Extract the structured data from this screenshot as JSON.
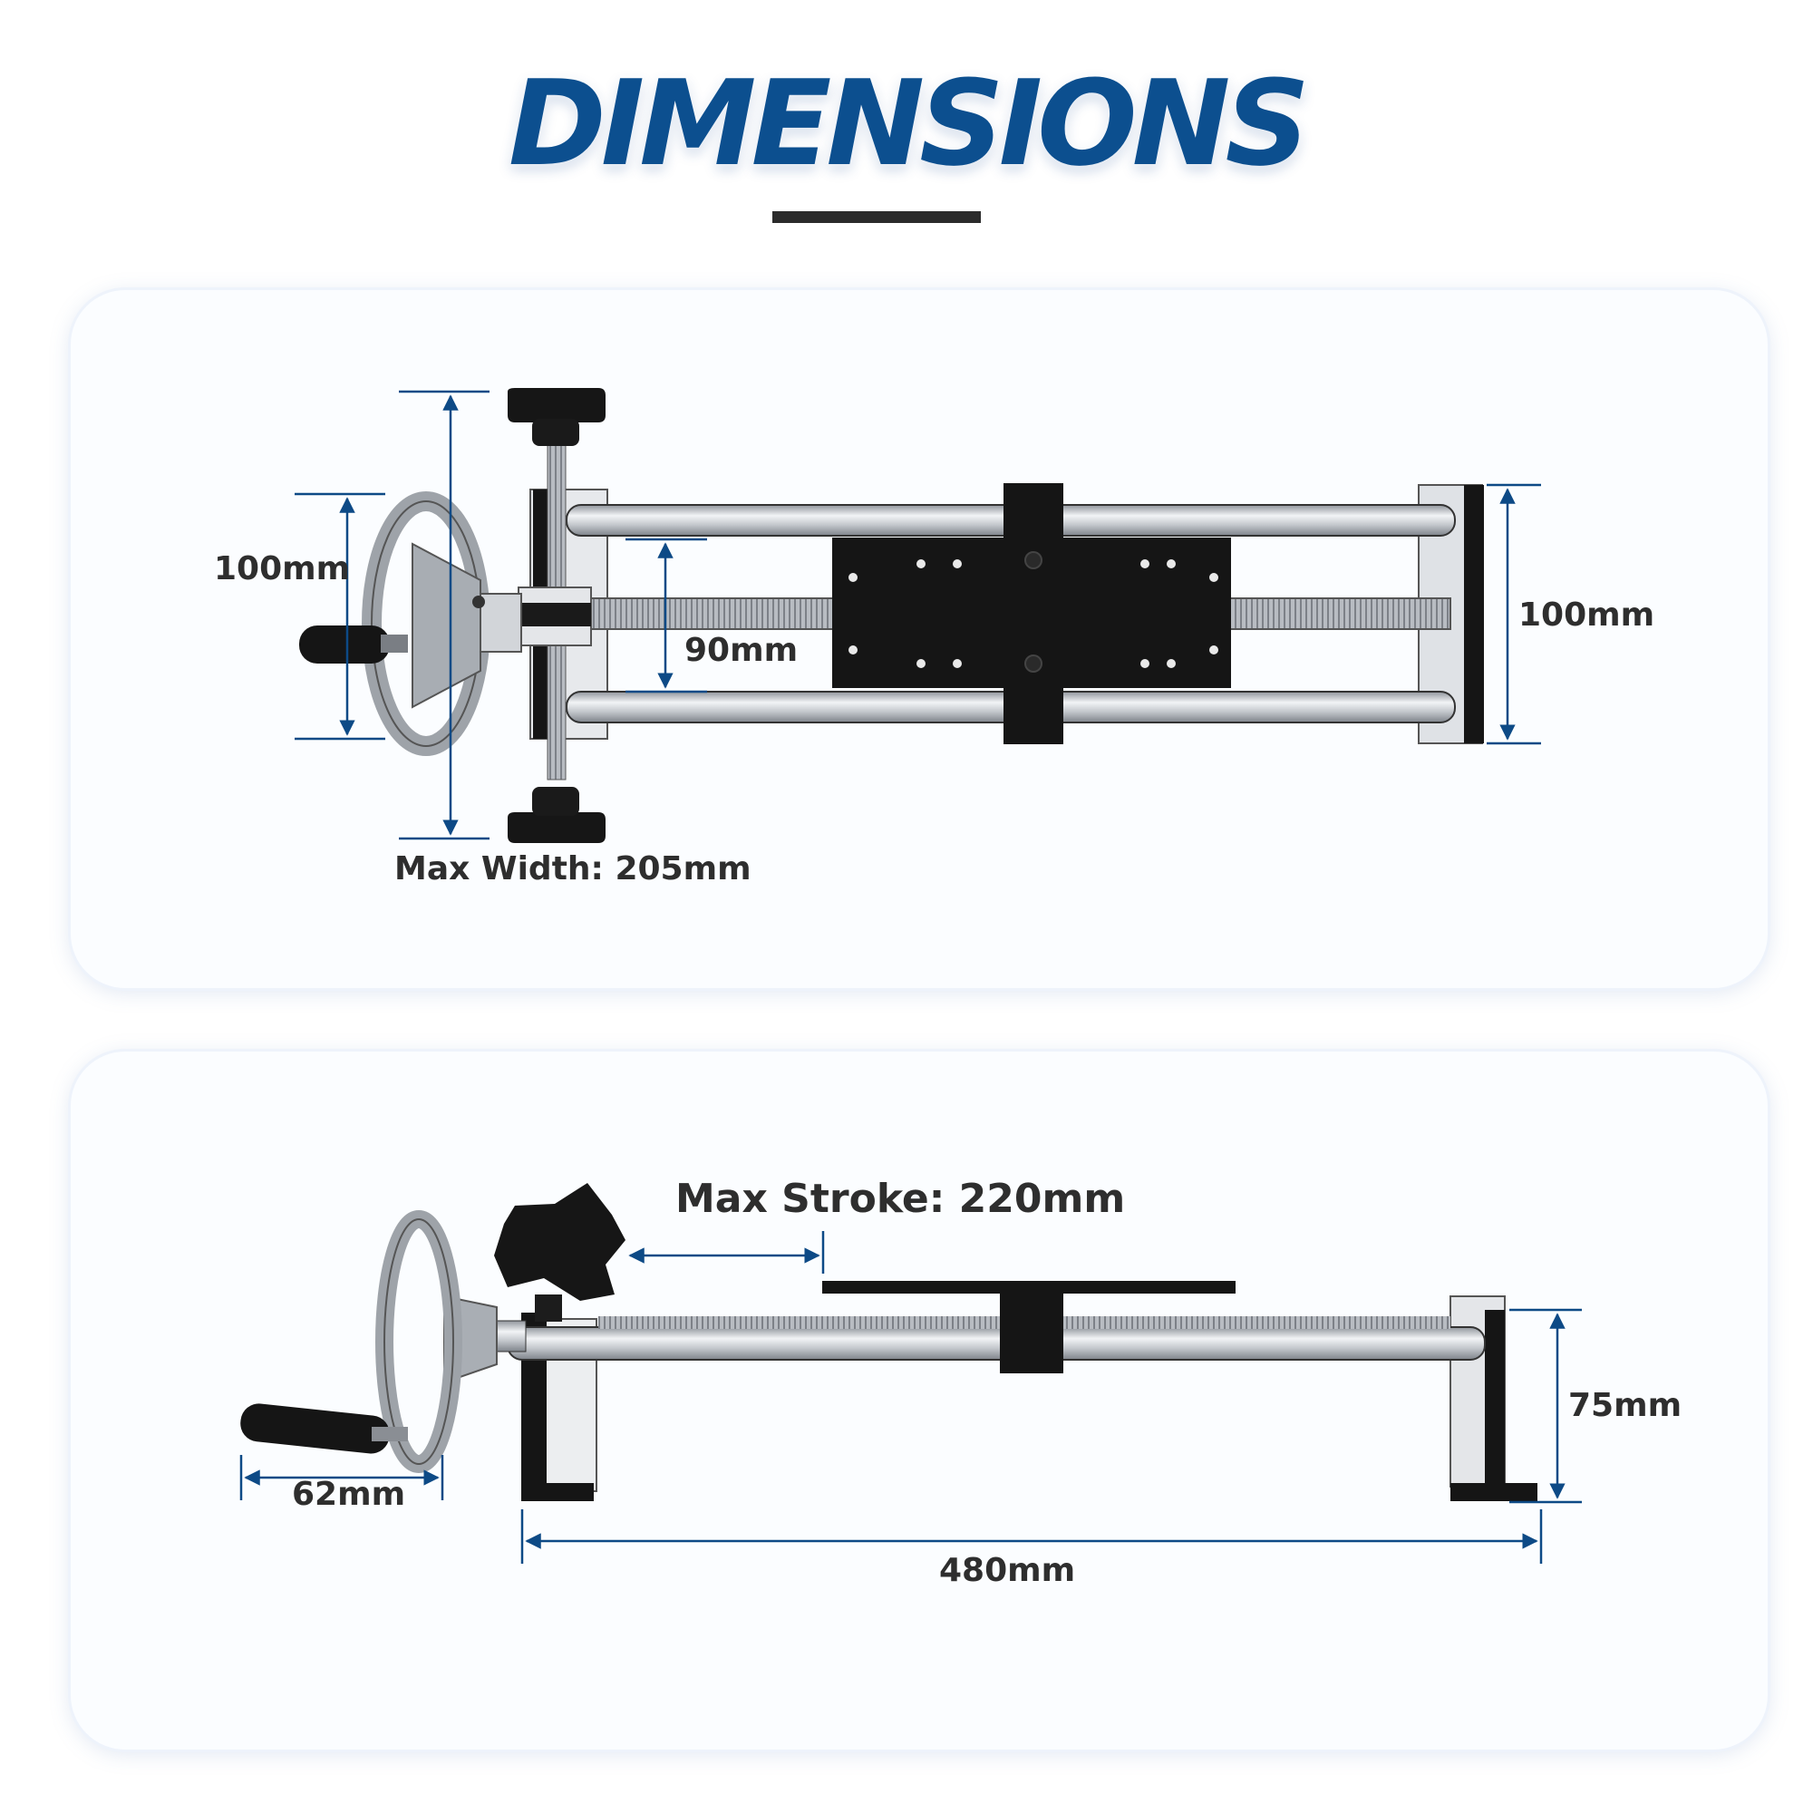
{
  "title": "DIMENSIONS",
  "colors": {
    "title_blue": "#0c4f8f",
    "dimension_line": "#0d4a86",
    "label_text": "#2e2e2e",
    "steel": "#c9cdd3",
    "black_part": "#151515"
  },
  "top_view": {
    "labels": {
      "wheel_height": "100mm",
      "rail_spacing": "90mm",
      "end_height": "100mm",
      "max_width": "Max Width: 205mm"
    }
  },
  "side_view": {
    "labels": {
      "max_stroke": "Max Stroke: 220mm",
      "height": "75mm",
      "handle": "62mm",
      "length": "480mm"
    }
  }
}
